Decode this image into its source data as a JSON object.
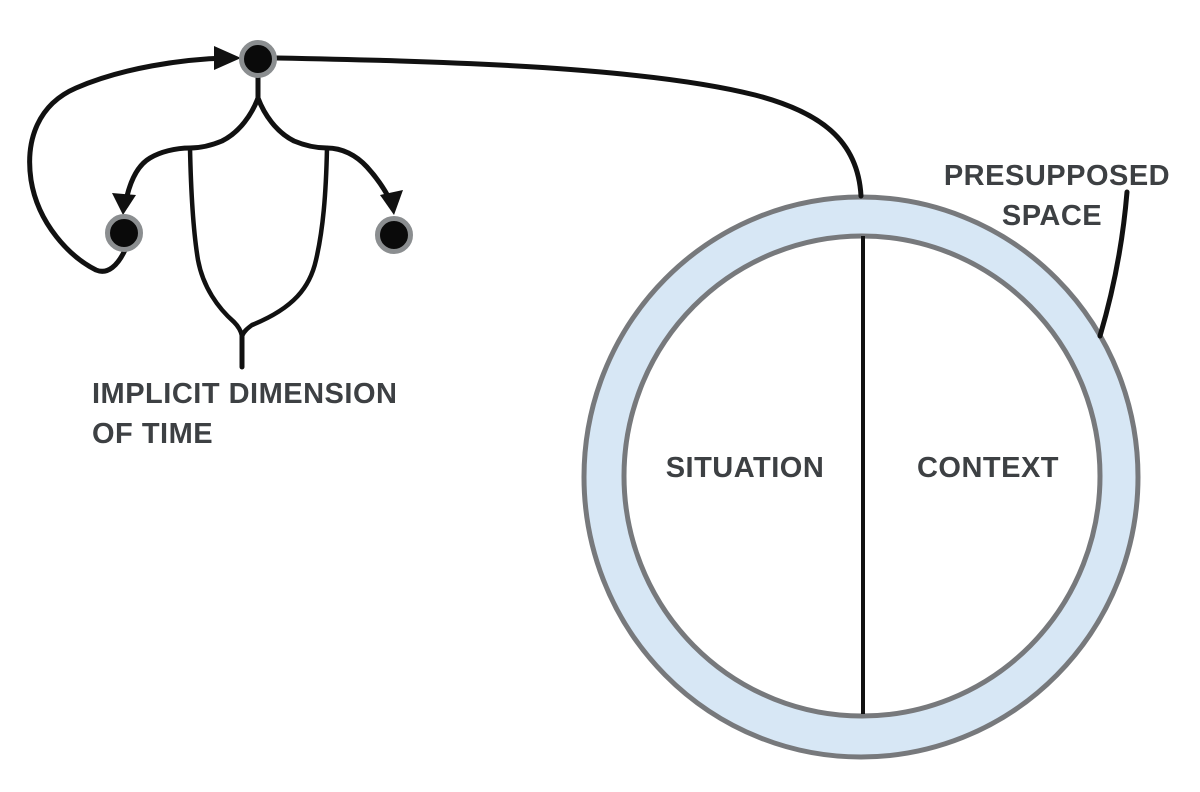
{
  "diagram": {
    "labels": {
      "implicit_line1": "IMPLICIT DIMENSION",
      "implicit_line2": "OF TIME",
      "presupposed_line1": "PRESUPPOSED",
      "presupposed_line2": "SPACE",
      "situation": "SITUATION",
      "context": "CONTEXT"
    },
    "colors": {
      "background": "#ffffff",
      "line": "#111111",
      "node_fill": "#0a0a0a",
      "node_stroke": "#8b8e90",
      "ring_fill": "#d7e7f5",
      "ring_stroke": "#77797c",
      "inner_fill": "#ffffff",
      "text": "#3d4043"
    }
  }
}
